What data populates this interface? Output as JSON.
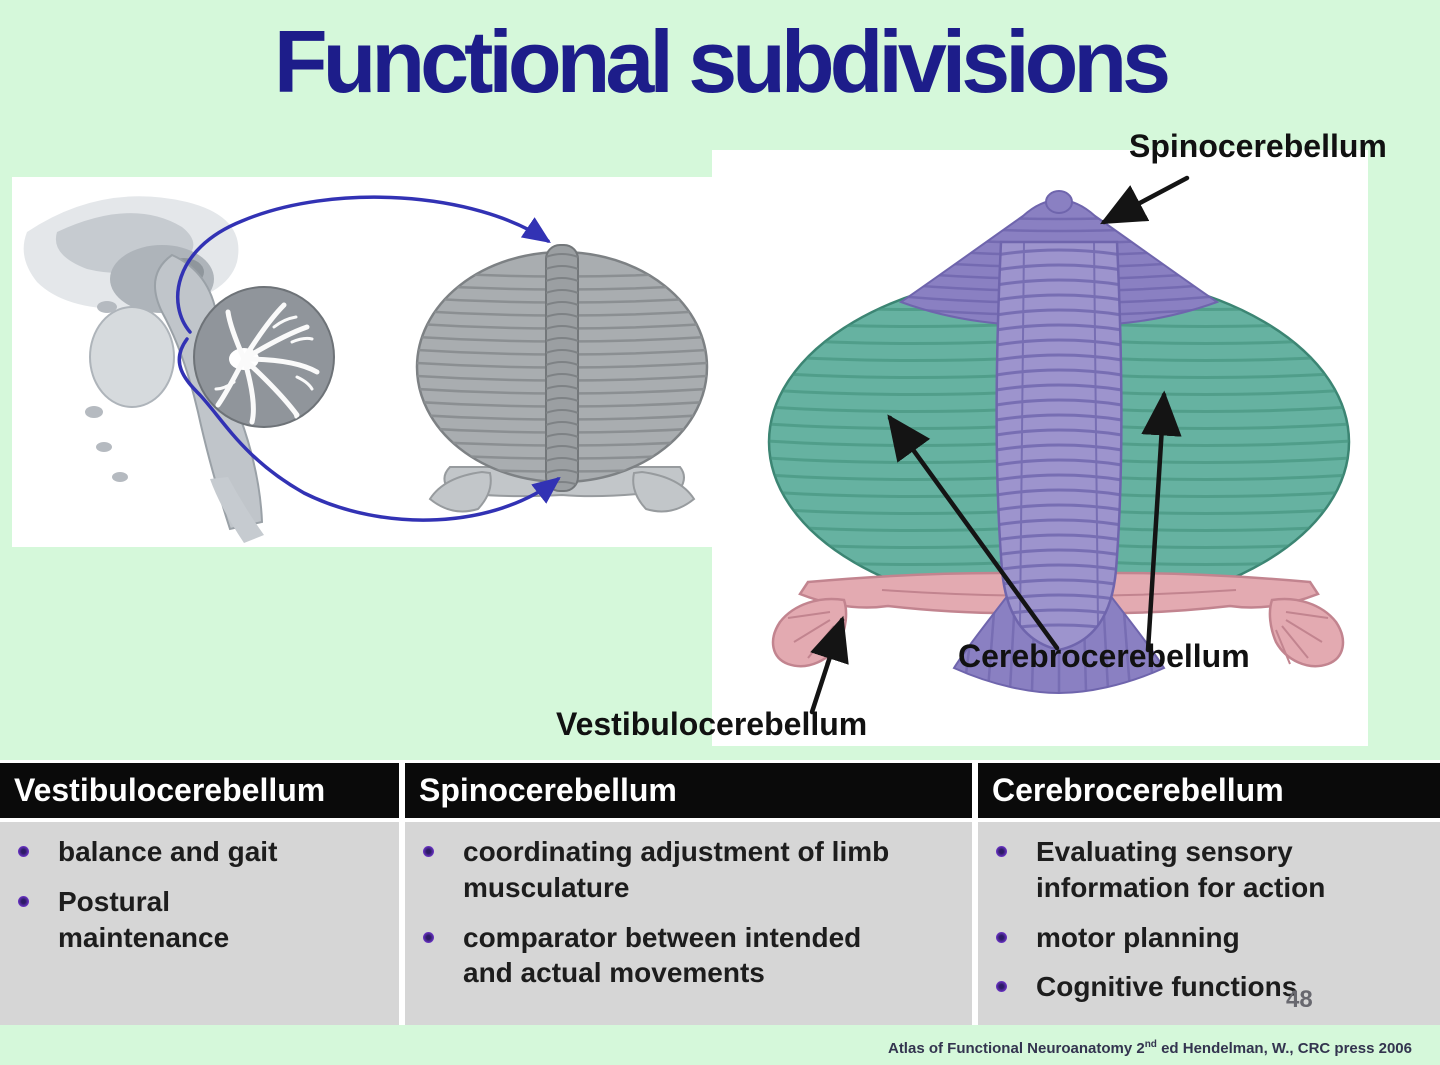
{
  "slide": {
    "title": "Functional subdivisions",
    "page_number": "48",
    "citation": {
      "prefix": "Atlas of Functional Neuroanatomy 2",
      "superscript": "nd",
      "suffix": " ed Hendelman, W., CRC press 2006"
    }
  },
  "colors": {
    "slide_bg": "#d5f8da",
    "title_navy": "#1d1d8a",
    "spino_purple": "#9d94cd",
    "spino_purple_mid": "#8a80c2",
    "spino_purple_dark": "#6f65ad",
    "cerebro_teal": "#66b2a1",
    "cerebro_teal_dark": "#46947f",
    "vestib_pink": "#e3aab1",
    "vestib_pink_dark": "#c2848f",
    "unfold_blue": "#3232b4",
    "table_header_bg": "#0a0a0a",
    "table_body_bg": "#d6d6d6",
    "bullet_purple": "#6d35c8"
  },
  "figure": {
    "labels": {
      "spinocerebellum": "Spinocerebellum",
      "cerebrocerebellum": "Cerebrocerebellum",
      "vestibulocerebellum": "Vestibulocerebellum"
    }
  },
  "table": {
    "columns": [
      {
        "header": "Vestibulocerebellum",
        "items": [
          "balance and gait",
          "Postural\nmaintenance"
        ]
      },
      {
        "header": "Spinocerebellum",
        "items": [
          "coordinating adjustment of limb\nmusculature",
          "comparator between intended\nand actual movements"
        ]
      },
      {
        "header": "Cerebrocerebellum",
        "items": [
          "Evaluating sensory\ninformation for action",
          "motor planning",
          "Cognitive functions"
        ]
      }
    ]
  }
}
